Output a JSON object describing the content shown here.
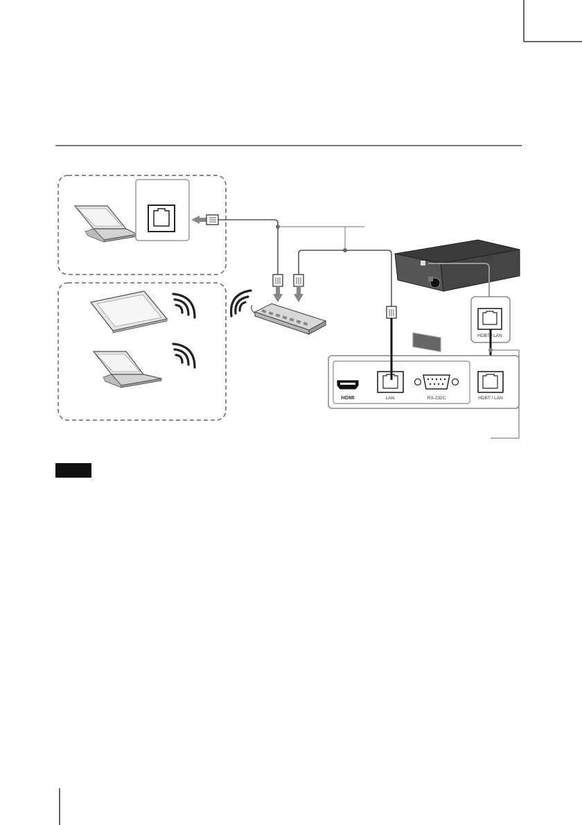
{
  "port_labels": {
    "hdmi_logo": "HDMI",
    "lan": "LAN",
    "rs232c": "RS-232C",
    "hdbaset_lan_side": "HDBT / LAN",
    "hdbaset_lan_panel": "HDBT / LAN"
  },
  "icons": {
    "laptop": "laptop-icon",
    "tablet": "tablet-icon",
    "wifi": "wifi-icon",
    "hub": "network-hub-icon",
    "projector": "projector-icon",
    "rj45": "rj45-connector-icon"
  },
  "colors": {
    "line": "#333333",
    "cable": "#888888",
    "frame": "#777777",
    "note_badge": "#111111"
  }
}
